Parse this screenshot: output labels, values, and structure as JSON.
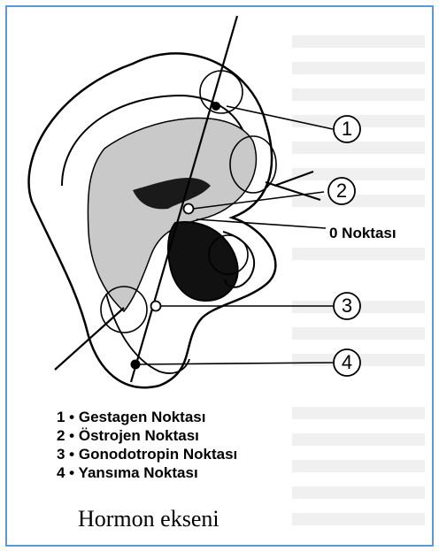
{
  "callouts": [
    {
      "id": "1",
      "label": "1"
    },
    {
      "id": "2",
      "label": "2"
    },
    {
      "id": "3",
      "label": "3"
    },
    {
      "id": "4",
      "label": "4"
    }
  ],
  "zero_point": "0 Noktası",
  "legend": [
    "1 • Gestagen Noktası",
    "2 • Östrojen Noktası",
    "3 • Gonodotropin Noktası",
    "4 • Yansıma Noktası"
  ],
  "caption": "Hormon ekseni",
  "colors": {
    "frame": "#5b9bd5",
    "ink": "#000000"
  }
}
